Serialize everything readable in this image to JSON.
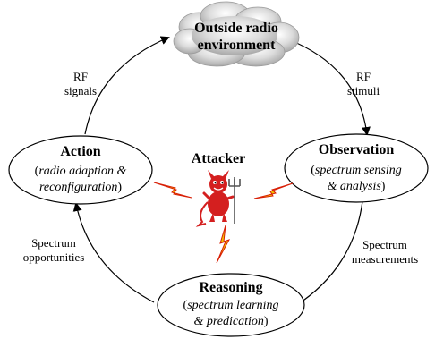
{
  "environment": {
    "line1": "Outside radio",
    "line2": "environment"
  },
  "action": {
    "title": "Action",
    "line1_open": "(",
    "line1_italic": "radio adaption &",
    "line2_italic": "reconfiguration",
    "line2_close": ")"
  },
  "observation": {
    "title": "Observation",
    "line1_open": "(",
    "line1_italic": "spectrum sensing",
    "line2_italic": "& analysis",
    "line2_close": ")"
  },
  "reasoning": {
    "title": "Reasoning",
    "line1_open": "(",
    "line1_italic": "spectrum learning",
    "line2_italic": "& predication",
    "line2_close": ")"
  },
  "attacker": {
    "label": "Attacker"
  },
  "edges": {
    "rf_signals": [
      "RF",
      "signals"
    ],
    "rf_stimuli": [
      "RF",
      "stimuli"
    ],
    "spectrum_measurements": [
      "Spectrum",
      "measurements"
    ],
    "spectrum_opportunities": [
      "Spectrum",
      "opportunities"
    ]
  },
  "colors": {
    "cloud_fill": "#d0d0d0",
    "lightning": "#f2c200",
    "lightning_stroke": "#d81e05",
    "devil": "#d41f1f"
  }
}
